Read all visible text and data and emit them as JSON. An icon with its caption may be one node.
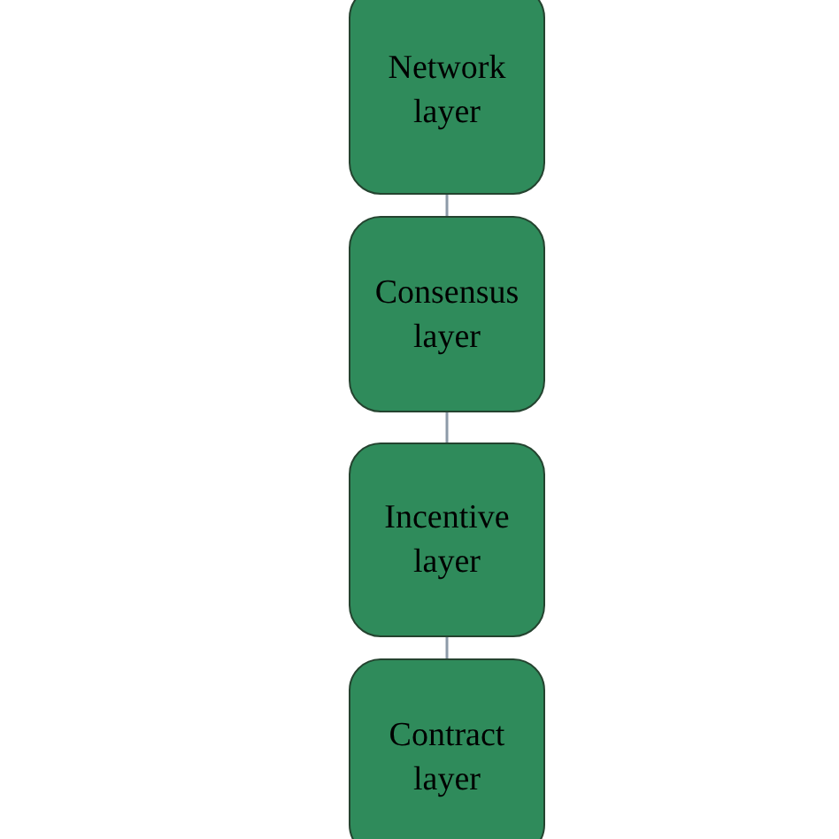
{
  "diagram": {
    "nodes": [
      {
        "text": [
          "Network layer"
        ]
      },
      {
        "text": [
          "Consensus layer"
        ]
      },
      {
        "text": [
          "Incentive layer"
        ]
      },
      {
        "text": [
          "Contract layer"
        ]
      }
    ],
    "edges": [
      {
        "from": 0,
        "to": 1,
        "arrow": "none"
      },
      {
        "from": 1,
        "to": 2,
        "arrow": "none"
      },
      {
        "from": 2,
        "to": 3,
        "arrow": "none"
      }
    ]
  }
}
